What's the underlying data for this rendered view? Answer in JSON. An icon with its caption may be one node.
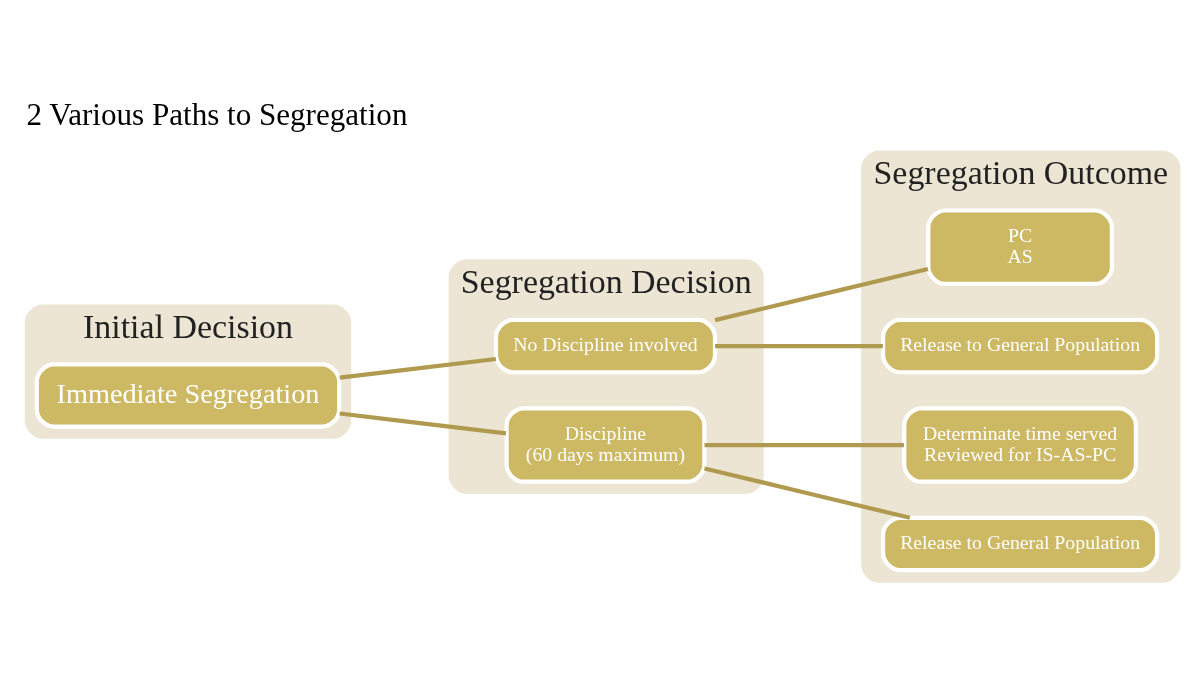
{
  "diagram": {
    "title": "2 Various Paths to Segregation",
    "nodes": [
      {
        "text": [
          "Initial Decision"
        ]
      },
      {
        "text": [
          "Segregation Decision"
        ]
      },
      {
        "text": [
          "Segregation Outcome"
        ]
      },
      {
        "text": [
          "Immediate Segregation"
        ],
        "in": 0
      },
      {
        "text": [
          "No Discipline involved"
        ],
        "in": 1
      },
      {
        "text": [
          "Discipline",
          "(60 days maximum)"
        ],
        "in": 1
      },
      {
        "text": [
          "PC",
          "AS"
        ],
        "in": 2
      },
      {
        "text": [
          "Release to General Population"
        ],
        "in": 2
      },
      {
        "text": [
          "Determinate time served",
          "Reviewed for IS-AS-PC"
        ],
        "in": 2
      },
      {
        "text": [
          "Release to General Population"
        ],
        "in": 2
      }
    ],
    "edges": [
      {
        "from": 3,
        "to": 4,
        "arrow": "none"
      },
      {
        "from": 3,
        "to": 5,
        "arrow": "none"
      },
      {
        "from": 4,
        "to": 6,
        "arrow": "none"
      },
      {
        "from": 4,
        "to": 7,
        "arrow": "none"
      },
      {
        "from": 5,
        "to": 8,
        "arrow": "none"
      },
      {
        "from": 5,
        "to": 9,
        "arrow": "none"
      }
    ]
  }
}
